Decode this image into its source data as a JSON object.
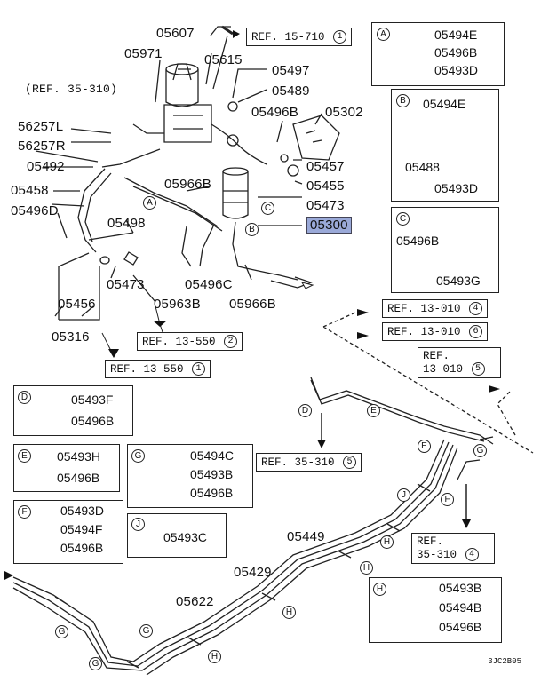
{
  "parts": {
    "p05607": "05607",
    "p05971": "05971",
    "p05615": "05615",
    "p05497": "05497",
    "p05489": "05489",
    "p05496B_top": "05496B",
    "p05302": "05302",
    "p56257L": "56257L",
    "p56257R": "56257R",
    "p05492": "05492",
    "p05457": "05457",
    "p05458": "05458",
    "p05966B_top": "05966B",
    "p05455": "05455",
    "p05496D": "05496D",
    "p05473_right": "05473",
    "p05300": "05300",
    "p05498": "05498",
    "p05473_left": "05473",
    "p05496C": "05496C",
    "p05456": "05456",
    "p05963B": "05963B",
    "p05966B_bottom": "05966B",
    "p05316": "05316",
    "p05449": "05449",
    "p05429": "05429",
    "p05622": "05622"
  },
  "refs": {
    "ref_15_710": {
      "text": "REF. 15-710",
      "num": "1"
    },
    "ref_35_310_top": {
      "text": "(REF. 35-310)"
    },
    "ref_13_010_4": {
      "text": "REF. 13-010",
      "num": "4"
    },
    "ref_13_010_6": {
      "text": "REF. 13-010",
      "num": "6"
    },
    "ref_13_010_5_a": {
      "text": "REF."
    },
    "ref_13_010_5_b": {
      "text": "13-010",
      "num": "5"
    },
    "ref_13_550_2": {
      "text": "REF. 13-550",
      "num": "2"
    },
    "ref_13_550_1": {
      "text": "REF. 13-550",
      "num": "1"
    },
    "ref_35_310_5": {
      "text": "REF. 35-310",
      "num": "5"
    },
    "ref_35_310_4_a": {
      "text": "REF."
    },
    "ref_35_310_4_b": {
      "text": "35-310",
      "num": "4"
    }
  },
  "boxes": {
    "A": {
      "label": "A",
      "parts": [
        "05494E",
        "05496B",
        "05493D"
      ]
    },
    "B": {
      "label": "B",
      "parts": [
        "05494E",
        "05488",
        "05493D"
      ]
    },
    "C": {
      "label": "C",
      "parts": [
        "05496B",
        "05493G"
      ]
    },
    "D": {
      "label": "D",
      "parts": [
        "05493F",
        "05496B"
      ]
    },
    "E": {
      "label": "E",
      "parts": [
        "05493H",
        "05496B"
      ]
    },
    "F": {
      "label": "F",
      "parts": [
        "05493D",
        "05494F",
        "05496B"
      ]
    },
    "G": {
      "label": "G",
      "parts": [
        "05494C",
        "05493B",
        "05496B"
      ]
    },
    "J": {
      "label": "J",
      "parts": [
        "05493C"
      ]
    },
    "H": {
      "label": "H",
      "parts": [
        "05493B",
        "05494B",
        "05496B"
      ]
    }
  },
  "callouts": {
    "A": "A",
    "B": "B",
    "C": "C",
    "D": "D",
    "E": "E",
    "F": "F",
    "G": "G",
    "H": "H",
    "J": "J"
  },
  "diagram_code": "3JC2B05",
  "highlight_color": "#9aa9d8"
}
